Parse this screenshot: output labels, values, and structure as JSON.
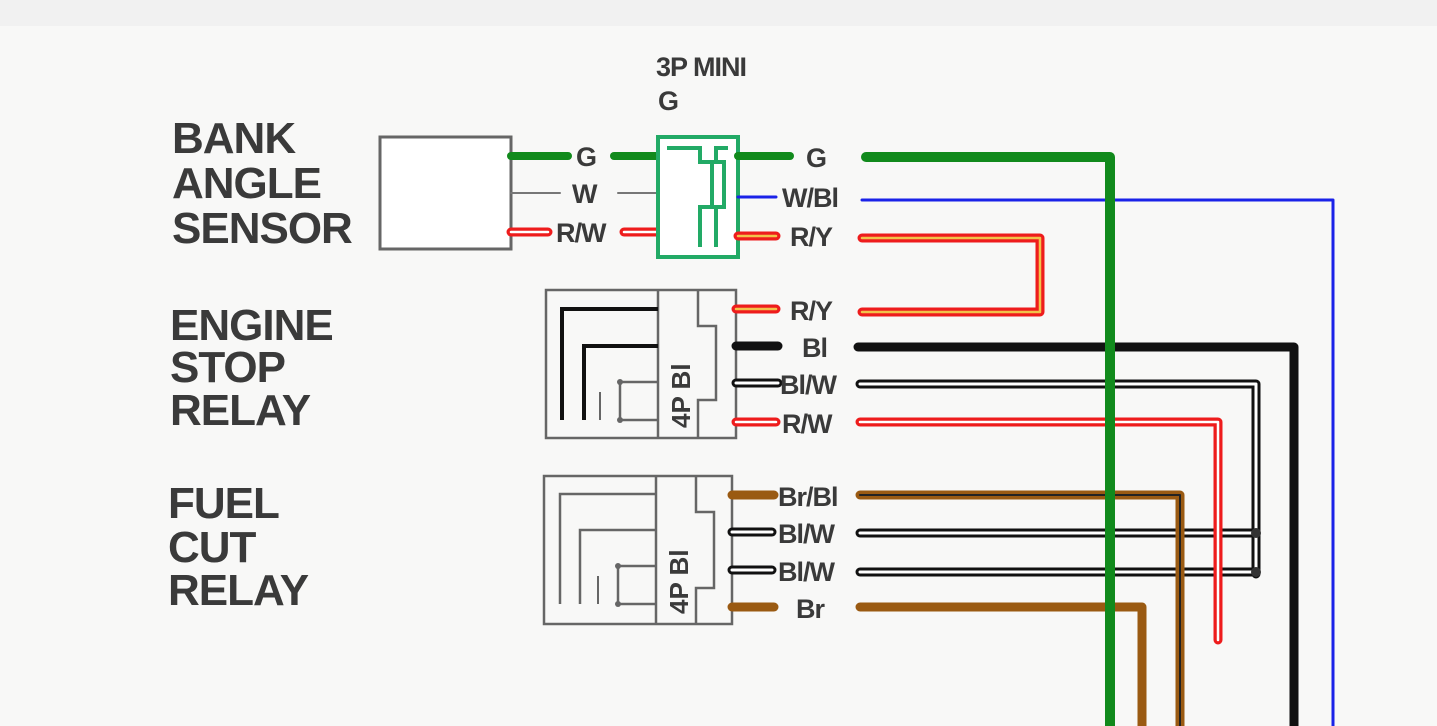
{
  "components": {
    "bank_angle_sensor": {
      "line1": "BANK",
      "line2": "ANGLE",
      "line3": "SENSOR"
    },
    "engine_stop_relay": {
      "line1": "ENGINE",
      "line2": "STOP",
      "line3": "RELAY",
      "connector": "4P Bl"
    },
    "fuel_cut_relay": {
      "line1": "FUEL",
      "line2": "CUT",
      "line3": "RELAY",
      "connector": "4P Bl"
    }
  },
  "mini_connector": {
    "line1": "3P MINI",
    "line2": "G"
  },
  "wire_labels": {
    "sensor_g": "G",
    "sensor_w": "W",
    "sensor_rw": "R/W",
    "out_g": "G",
    "out_wbl": "W/Bl",
    "out_ry": "R/Y",
    "esr_ry": "R/Y",
    "esr_bl": "Bl",
    "esr_blw": "Bl/W",
    "esr_rw": "R/W",
    "fcr_brbl": "Br/Bl",
    "fcr_blw1": "Bl/W",
    "fcr_blw2": "Bl/W",
    "fcr_br": "Br"
  },
  "colors": {
    "green": "#118a1c",
    "blue": "#1a22e8",
    "red": "#ee1c1c",
    "yellow_tracer": "#f2c24a",
    "black": "#111111",
    "white_tracer": "#ffffff",
    "brown": "#9a5a12",
    "connector_green": "#22aa66"
  }
}
